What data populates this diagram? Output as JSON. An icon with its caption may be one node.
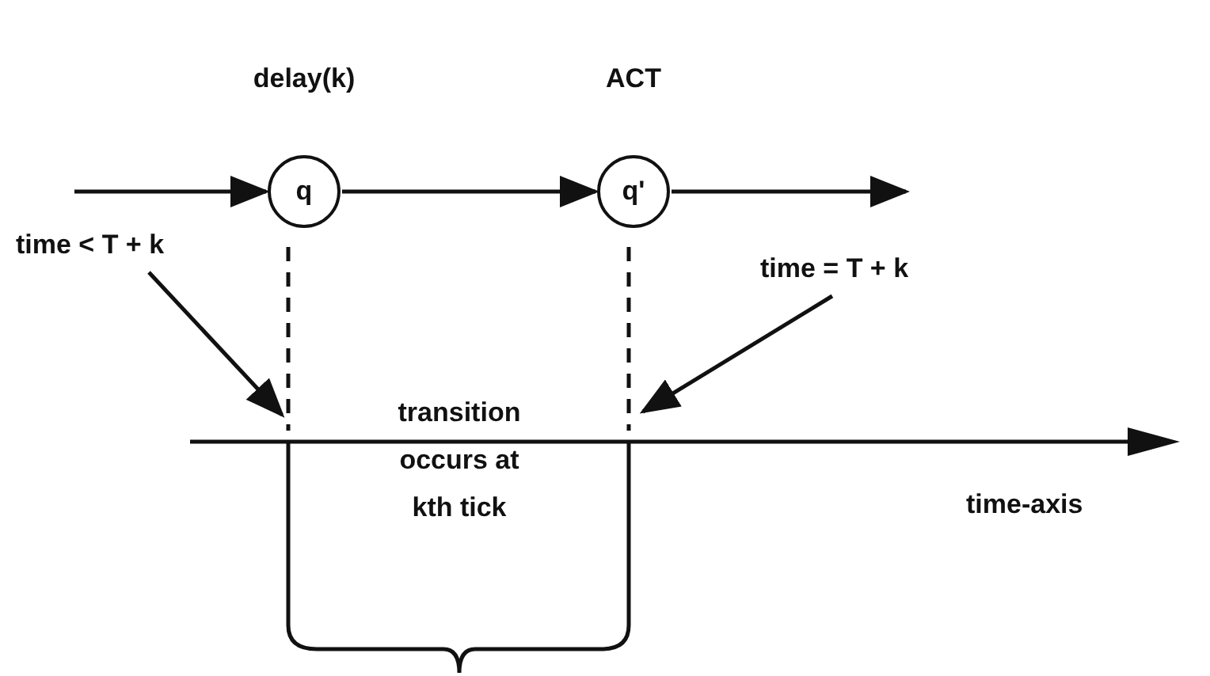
{
  "diagram": {
    "nodes": [
      {
        "text": [
          "delay(k)",
          "q"
        ]
      },
      {
        "text": [
          "ACT",
          "q'"
        ]
      },
      {
        "text": [
          "time < T + k"
        ]
      },
      {
        "text": [
          "time = T + k"
        ]
      }
    ],
    "edges": [
      {
        "from": null,
        "to": 0,
        "arrow": "to"
      },
      {
        "from": 0,
        "to": 1,
        "arrow": "to"
      },
      {
        "from": 1,
        "to": null,
        "arrow": "to"
      },
      {
        "from": 2,
        "to": null,
        "arrow": "to"
      },
      {
        "from": 3,
        "to": null,
        "arrow": "to"
      }
    ],
    "labels": [
      "transition occurs at kth tick",
      "time-axis"
    ]
  }
}
